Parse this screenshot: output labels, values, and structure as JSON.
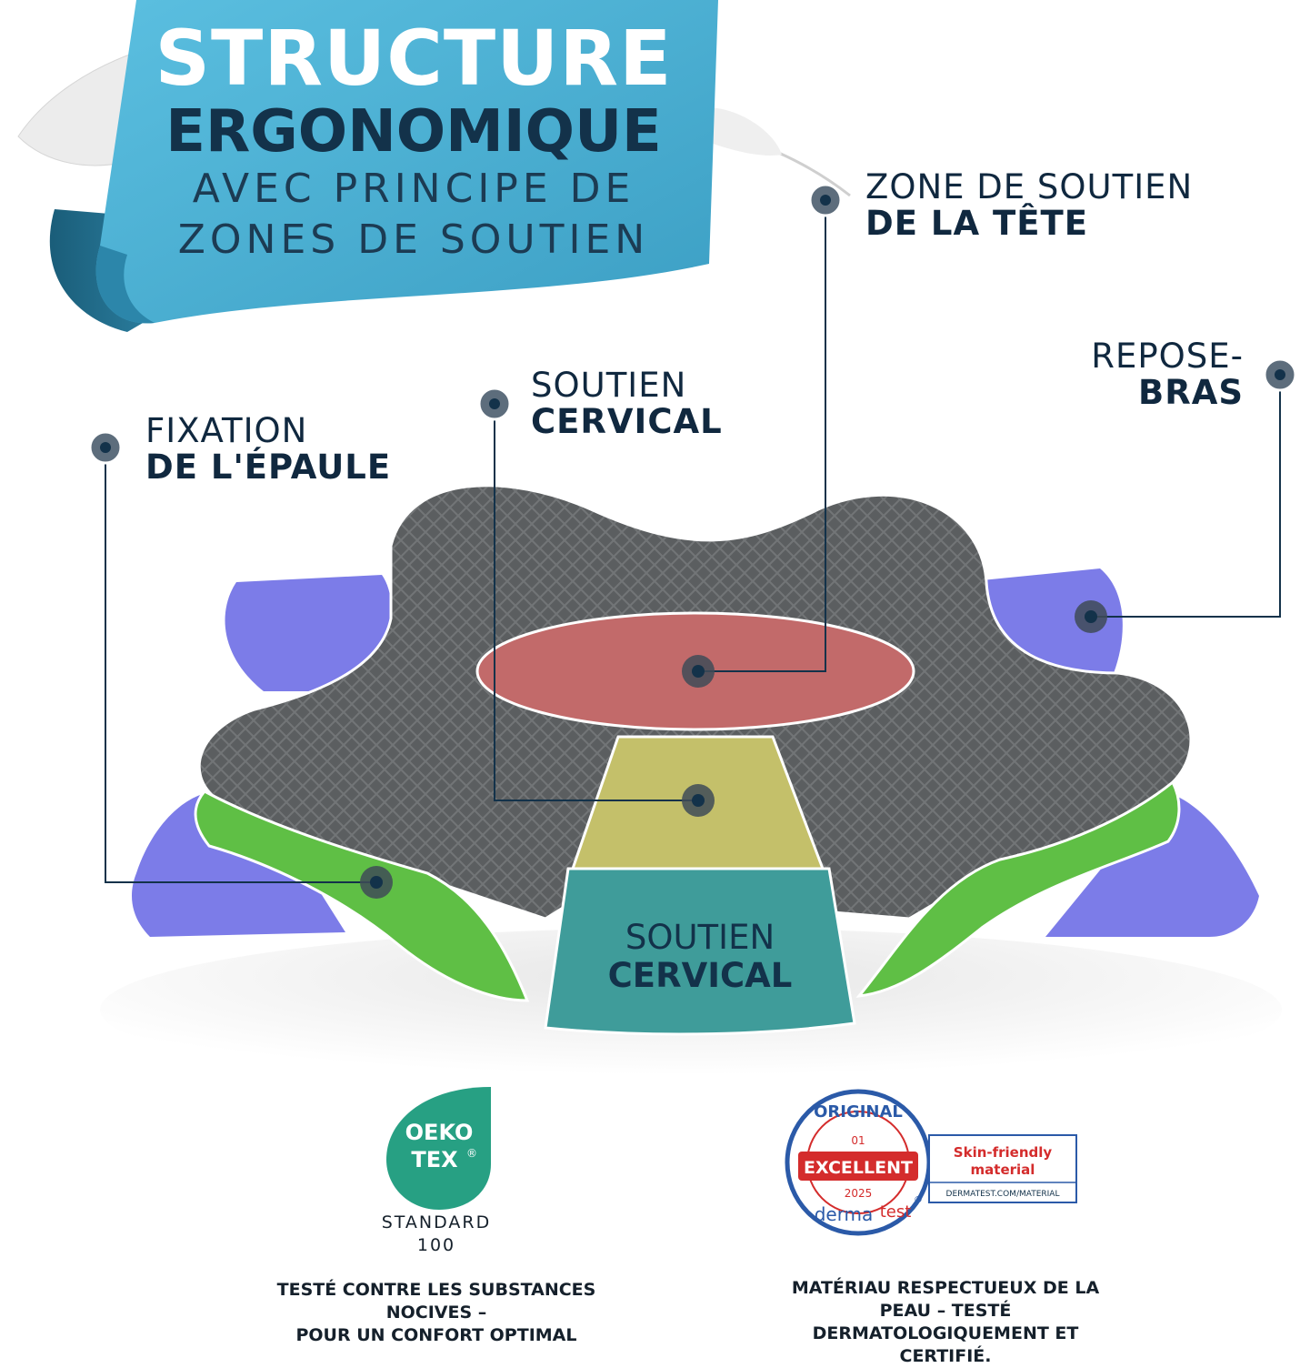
{
  "banner": {
    "line1": "STRUCTURE",
    "line2": "ERGONOMIQUE",
    "line3": "AVEC PRINCIPE DE",
    "line4": "ZONES DE SOUTIEN"
  },
  "labels": {
    "head": {
      "thin": "ZONE DE SOUTIEN",
      "bold": "DE LA TÊTE"
    },
    "arm": {
      "thin": "REPOSE-",
      "bold": "BRAS"
    },
    "cervical_top": {
      "thin": "SOUTIEN",
      "bold": "CERVICAL"
    },
    "shoulder": {
      "thin": "FIXATION",
      "bold": "DE L'ÉPAULE"
    },
    "cervical_center": {
      "thin": "SOUTIEN",
      "bold": "CERVICAL"
    }
  },
  "badges": {
    "oeko": {
      "line1": "OEKO",
      "line2": "TEX",
      "reg": "®",
      "standard_line1": "STANDARD",
      "standard_line2": "100"
    },
    "derma": {
      "ring_top": "ORIGINAL",
      "number": "01",
      "rating": "EXCELLENT",
      "year": "2025",
      "brand_a": "derma",
      "brand_b": "test",
      "reg": "®",
      "side_line1": "Skin-friendly",
      "side_line2": "material",
      "side_url": "DERMATEST.COM/MATERIAL"
    }
  },
  "captions": {
    "left": [
      "TESTÉ CONTRE LES SUBSTANCES",
      "NOCIVES –",
      "POUR UN CONFORT OPTIMAL"
    ],
    "right": [
      "MATÉRIAU RESPECTUEUX DE LA",
      "PEAU – TESTÉ",
      "DERMATOLOGIQUEMENT ET",
      "CERTIFIÉ."
    ]
  },
  "colors": {
    "banner": "#4aaed1",
    "banner_dark": "#1f6f8e",
    "navy": "#13324a",
    "pillow_grey": "#5e6163",
    "head_zone": "#c26a6a",
    "neck_zone": "#c4c06a",
    "cervical_zone": "#3f9c9a",
    "shoulder_zone": "#5fbf45",
    "arm_zone": "#7c7ce8",
    "oeko_green": "#27a083",
    "derma_red": "#d42c2c",
    "derma_blue": "#2b5aa8"
  }
}
